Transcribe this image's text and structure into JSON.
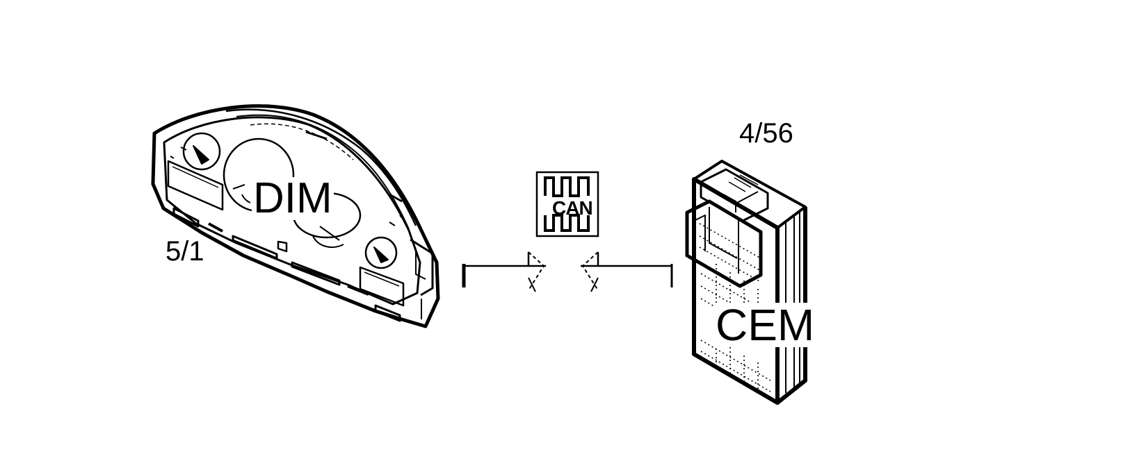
{
  "components": {
    "dim": {
      "label": "DIM",
      "ref": "5/1"
    },
    "cem": {
      "label": "CEM",
      "ref": "4/56"
    }
  },
  "bus": {
    "label": "CAN"
  },
  "colors": {
    "line": "#000000",
    "background": "#ffffff"
  }
}
